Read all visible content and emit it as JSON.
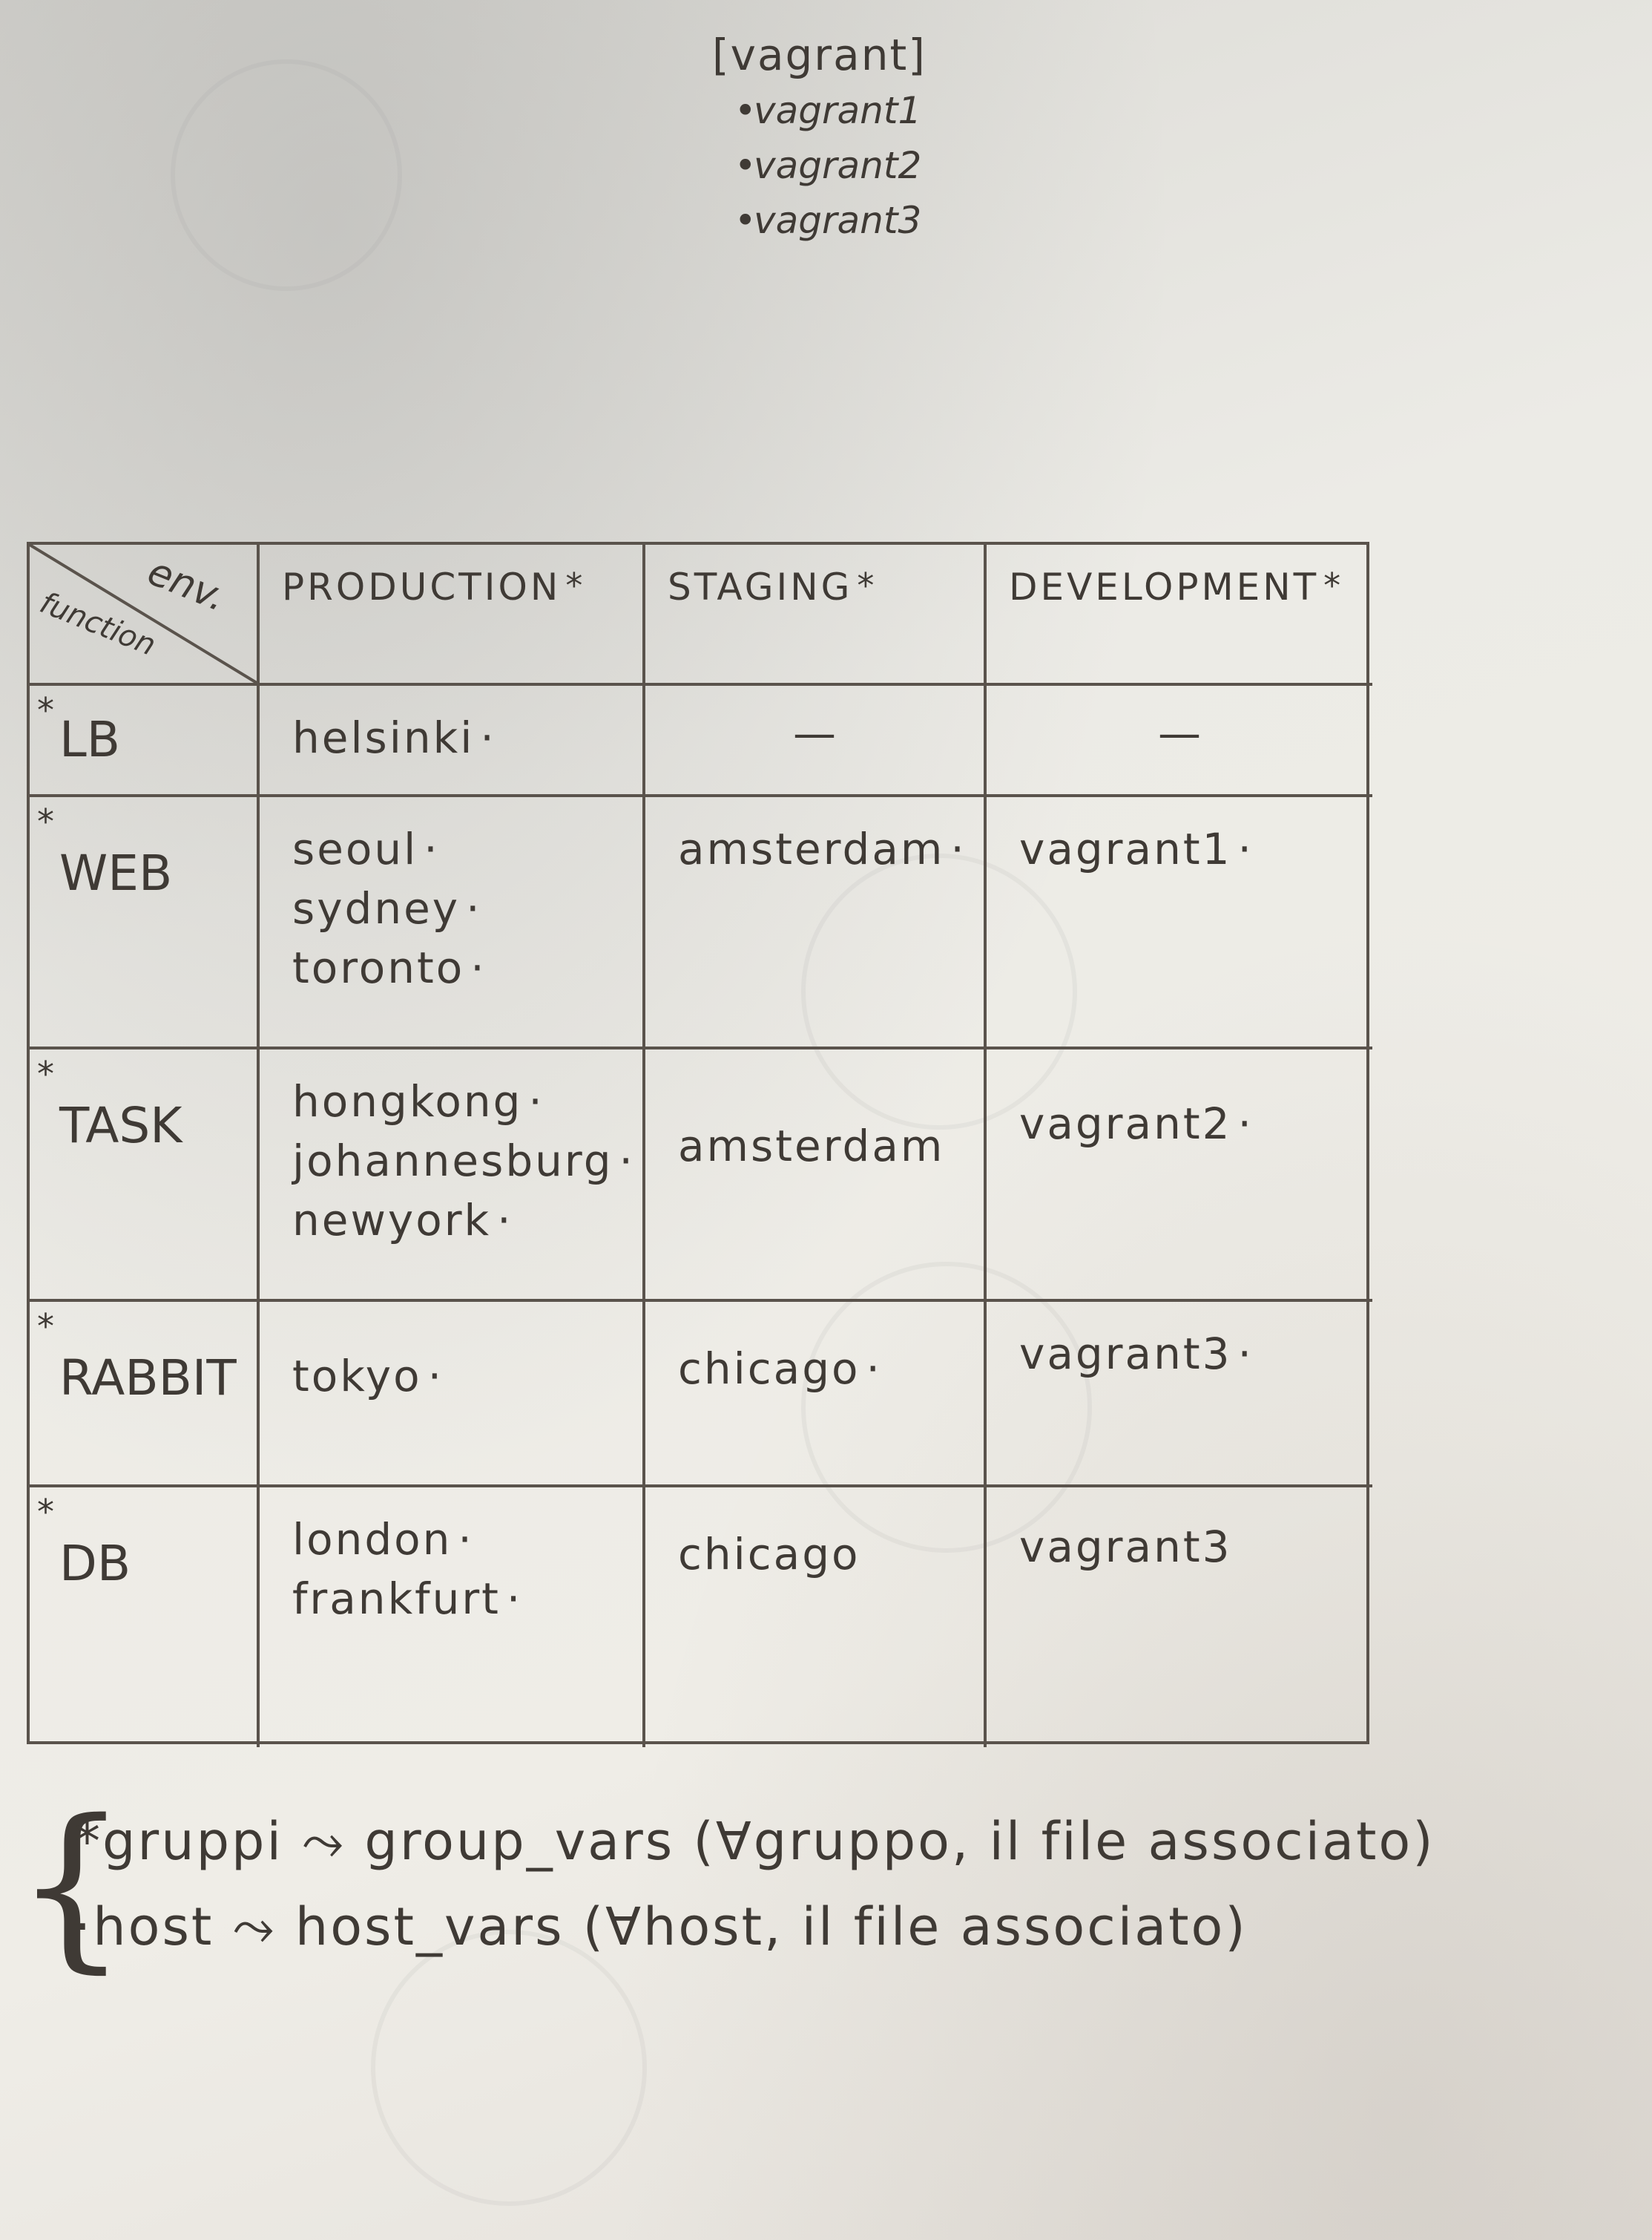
{
  "inventory": {
    "group": "[vagrant]",
    "hosts": [
      "vagrant1",
      "vagrant2",
      "vagrant3"
    ]
  },
  "table": {
    "corner": {
      "top": "env.",
      "bottom": "function"
    },
    "columns": [
      {
        "label": "PRODUCTION",
        "mark": "*"
      },
      {
        "label": "STAGING",
        "mark": "*"
      },
      {
        "label": "DEVELOPMENT",
        "mark": "*"
      }
    ],
    "rows": [
      {
        "label": "LB",
        "mark": "*",
        "production": [
          "helsinki"
        ],
        "staging": "—",
        "development": "—"
      },
      {
        "label": "WEB",
        "mark": "*",
        "production": [
          "seoul",
          "sydney",
          "toronto"
        ],
        "staging": [
          "amsterdam"
        ],
        "development": [
          "vagrant1"
        ]
      },
      {
        "label": "TASK",
        "mark": "*",
        "production": [
          "hongkong",
          "johannesburg",
          "newyork"
        ],
        "staging": [
          "amsterdam"
        ],
        "development": [
          "vagrant2"
        ]
      },
      {
        "label": "RABBIT",
        "mark": "*",
        "production": [
          "tokyo"
        ],
        "staging": [
          "chicago"
        ],
        "development": [
          "vagrant3"
        ]
      },
      {
        "label": "DB",
        "mark": "*",
        "production": [
          "london",
          "frankfurt"
        ],
        "staging": [
          "chicago"
        ],
        "development": [
          "vagrant3"
        ]
      }
    ],
    "host_dot": "·"
  },
  "legend": {
    "brace": "{",
    "line1": "*gruppi ⤳ group_vars (∀gruppo, il file associato)",
    "line2": "·host ⤳ host_vars (∀host, il file associato)"
  }
}
